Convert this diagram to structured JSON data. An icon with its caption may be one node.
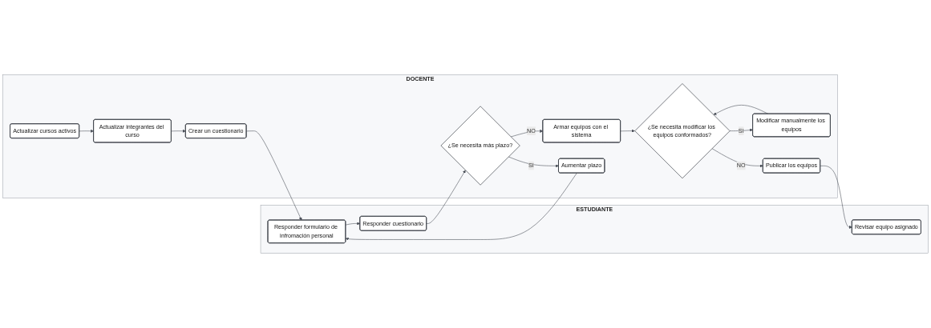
{
  "diagram": {
    "nodes": [
      {
        "text": [
          "DOCENTE"
        ]
      },
      {
        "text": [
          "Actualizar cursos activos"
        ],
        "in": 0
      },
      {
        "text": [
          "Actualizar integrantes del curso"
        ],
        "in": 0
      },
      {
        "text": [
          "Crear un cuestionario"
        ],
        "in": 0
      },
      {
        "text": [
          "¿Se necesita más plazo?"
        ],
        "in": 0
      },
      {
        "text": [
          "Armar equipos con el sistema"
        ],
        "in": 0
      },
      {
        "text": [
          "Aumentar plazo"
        ],
        "in": 0
      },
      {
        "text": [
          "¿Se necesita modificar los equipos conformados?"
        ],
        "in": 0
      },
      {
        "text": [
          "Modificar manualmente los equipos"
        ],
        "in": 0
      },
      {
        "text": [
          "Publicar los equipos"
        ],
        "in": 0
      },
      {
        "text": [
          "ESTUDIANTE"
        ]
      },
      {
        "text": [
          "Responder formulario de infromación personal"
        ],
        "in": 10
      },
      {
        "text": [
          "Responder cuestionario"
        ],
        "in": 10
      },
      {
        "text": [
          "Revisar equipo asignado"
        ],
        "in": 10
      }
    ],
    "edges": [
      {
        "from": 1,
        "to": 2,
        "arrow": "to"
      },
      {
        "from": 2,
        "to": 3,
        "arrow": "to"
      },
      {
        "from": 3,
        "to": 11,
        "arrow": "to"
      },
      {
        "from": 11,
        "to": 12,
        "arrow": "to"
      },
      {
        "from": 12,
        "to": 4,
        "arrow": "to"
      },
      {
        "from": 4,
        "to": 5,
        "label": "NO",
        "arrow": "to"
      },
      {
        "from": 4,
        "to": 6,
        "label": "SI",
        "arrow": "to"
      },
      {
        "from": 6,
        "to": 11,
        "arrow": "to"
      },
      {
        "from": 5,
        "to": 7,
        "arrow": "to"
      },
      {
        "from": 7,
        "to": 8,
        "label": "SI",
        "arrow": "to"
      },
      {
        "from": 7,
        "to": 9,
        "label": "NO",
        "arrow": "to"
      },
      {
        "from": 8,
        "to": 7,
        "arrow": "to"
      },
      {
        "from": 9,
        "to": 13,
        "arrow": "to"
      }
    ]
  }
}
